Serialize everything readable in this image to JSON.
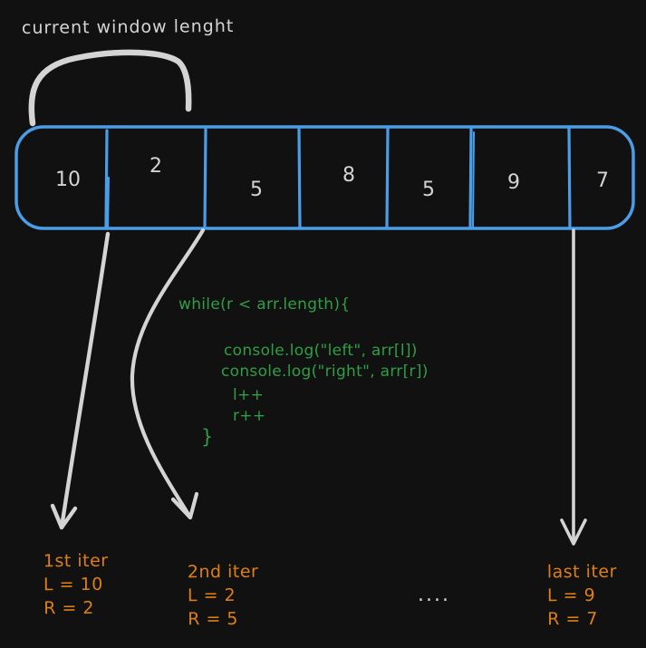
{
  "annotation": {
    "label": "current window lenght"
  },
  "array": {
    "cells": [
      "10",
      "2",
      "5",
      "8",
      "5",
      "9",
      "7"
    ]
  },
  "code": {
    "lines": [
      "while(r < arr.length){",
      "console.log(\"left\", arr[l])",
      "console.log(\"right\", arr[r])",
      "l++",
      "r++",
      "}"
    ]
  },
  "iterations": [
    {
      "title": "1st iter",
      "left": "L = 10",
      "right": "R = 2"
    },
    {
      "title": "2nd iter",
      "left": "L = 2",
      "right": "R = 5"
    },
    {
      "title": "last iter",
      "left": "L = 9",
      "right": "R = 7"
    }
  ],
  "ellipsis": {
    "text": "...."
  },
  "colors": {
    "background": "#111111",
    "ink_white": "#d4d4d4",
    "array_blue": "#4a9ee8",
    "code_green": "#2f9e44",
    "iteration_orange": "#dd7f14"
  }
}
